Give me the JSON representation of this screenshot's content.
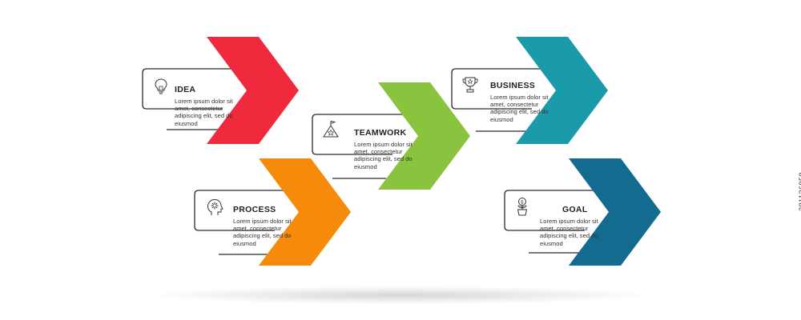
{
  "steps": [
    {
      "id": "idea",
      "title": "IDEA",
      "text": "Lorem ipsum dolor sit amet, consectetur adipiscing elit, sed do eiusmod",
      "color": "#ee2a3c",
      "icon": "lightbulb-icon"
    },
    {
      "id": "teamwork",
      "title": "TEAMWORK",
      "text": "Lorem ipsum dolor sit amet, consectetur adipiscing elit, sed do eiusmod",
      "color": "#8ac43f",
      "icon": "mountain-flag-icon"
    },
    {
      "id": "business",
      "title": "BUSINESS",
      "text": "Lorem ipsum dolor sit amet, consectetur adipiscing elit, sed do eiusmod",
      "color": "#1b9aaa",
      "icon": "trophy-icon"
    },
    {
      "id": "process",
      "title": "PROCESS",
      "text": "Lorem ipsum dolor sit amet, consectetur adipiscing elit, sed do eiusmod",
      "color": "#f58a0b",
      "icon": "head-gear-icon"
    },
    {
      "id": "goal",
      "title": "GOAL",
      "text": "Lorem ipsum dolor sit amet, consectetur adipiscing elit, sed do eiusmod",
      "color": "#136c8f",
      "icon": "money-plant-icon"
    }
  ],
  "watermark": "381136058"
}
